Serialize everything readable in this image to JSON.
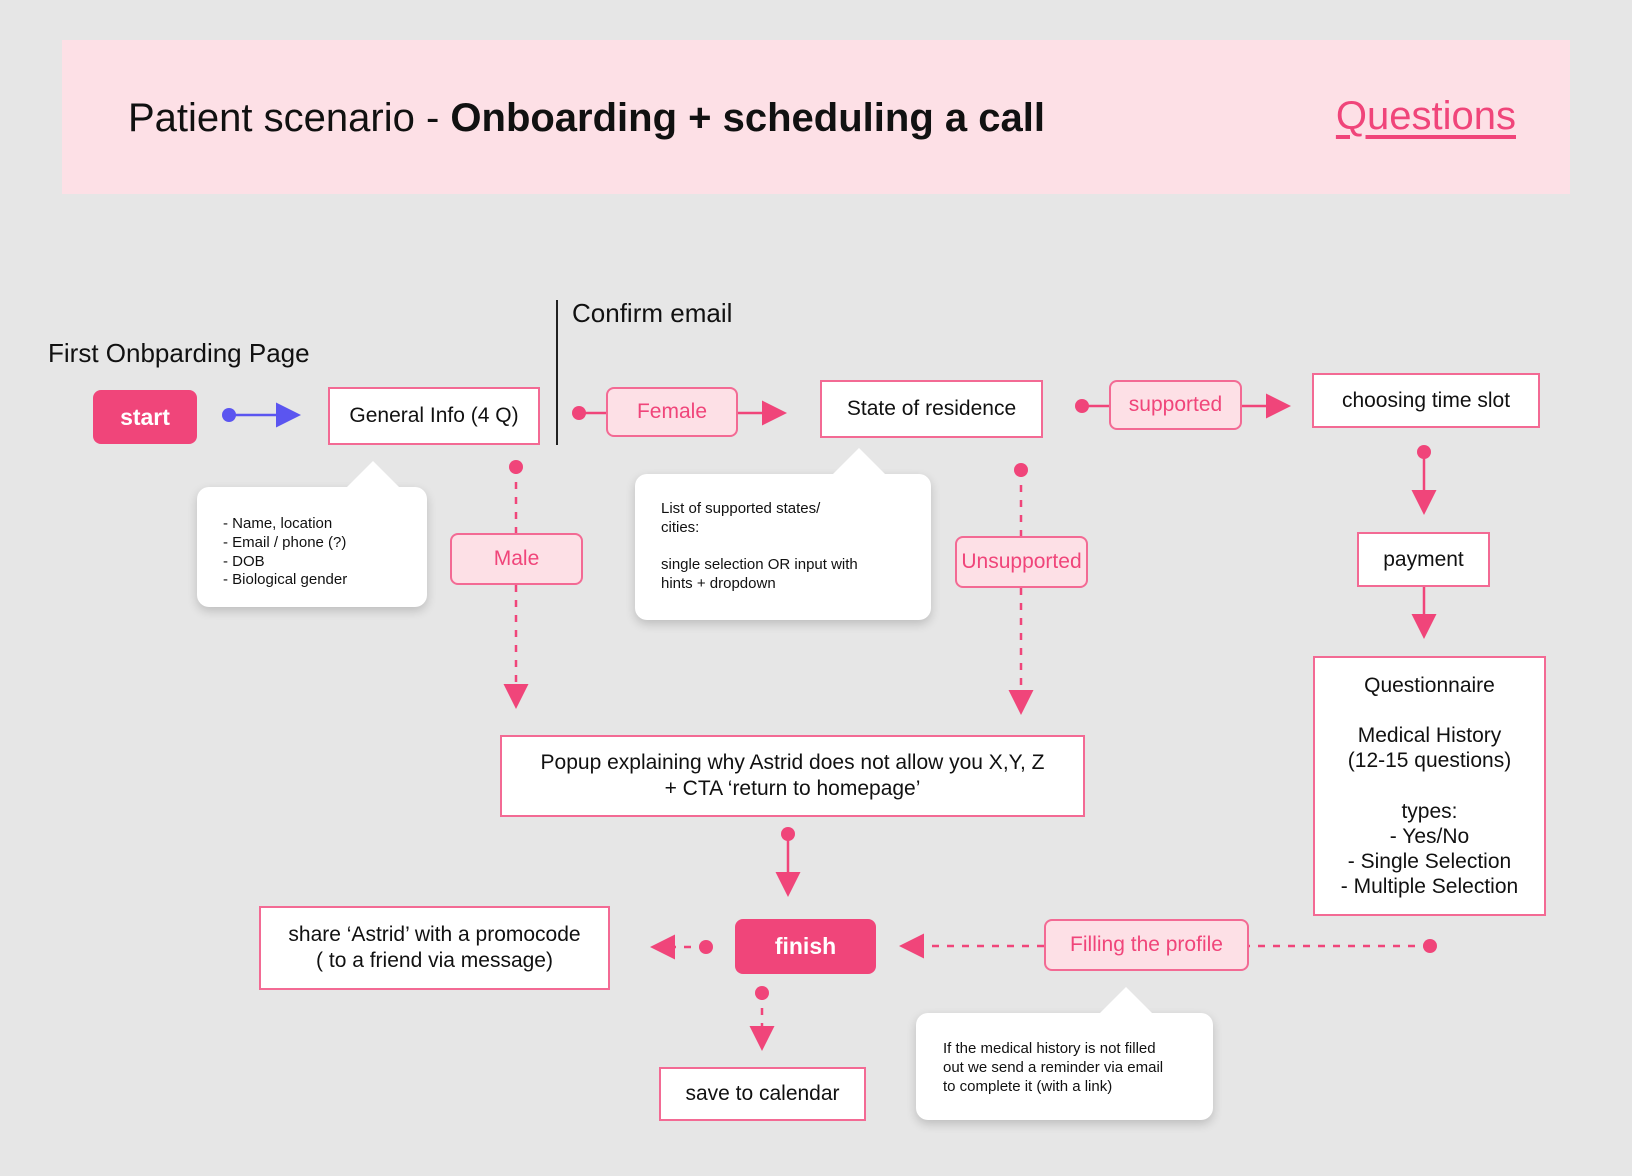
{
  "header": {
    "title_prefix": "Patient scenario - ",
    "title_bold": "Onboarding + scheduling a call",
    "link": "Questions"
  },
  "labels": {
    "first_page": "First Onbparding Page",
    "confirm_email": "Confirm email"
  },
  "nodes": {
    "start": "start",
    "general_info": "General Info (4 Q)",
    "female": "Female",
    "male": "Male",
    "state": "State of residence",
    "supported": "supported",
    "unsupported": "Unsupported",
    "time_slot": "choosing time slot",
    "payment": "payment",
    "questionnaire": "Questionnaire\n\nMedical History\n(12-15 questions)\n\ntypes:\n- Yes/No\n- Single Selection\n- Multiple Selection",
    "popup": "Popup explaining why Astrid does not allow you X,Y, Z\n+ CTA ‘return to homepage’",
    "finish": "finish",
    "filling": "Filling the profile",
    "share": "share ‘Astrid’ with a promocode\n( to a friend via message)",
    "calendar": "save to calendar"
  },
  "notes": {
    "general": "- Name, location\n- Email / phone (?)\n- DOB\n- Biological gender",
    "states": "List of supported states/\ncities:\n\nsingle selection OR input with\nhints + dropdown",
    "reminder": "If the medical history is not filled\nout we send a reminder via email\nto complete it (with a link)"
  },
  "colors": {
    "accent": "#f0457a",
    "pill_bg": "#fde0e6",
    "blue_arrow": "#5b55f0"
  }
}
